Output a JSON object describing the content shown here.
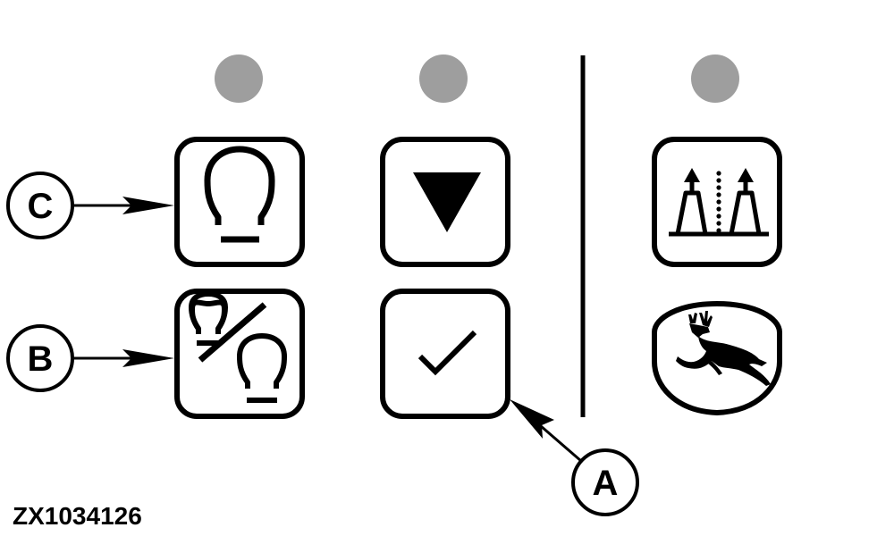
{
  "figure_id": "ZX1034126",
  "callouts": {
    "c": "C",
    "b": "B",
    "a": "A"
  },
  "colors": {
    "stroke": "#000000",
    "indicator": "#9e9e9e",
    "background": "#ffffff"
  },
  "icons": {
    "indicator_lights": [
      "indicator-light",
      "indicator-light",
      "indicator-light"
    ],
    "buttons": [
      "work-lights-icon",
      "down-arrow-icon",
      "alternate-work-lights-icon",
      "checkmark-icon",
      "row-marker-icon",
      "deere-logo-icon"
    ]
  }
}
